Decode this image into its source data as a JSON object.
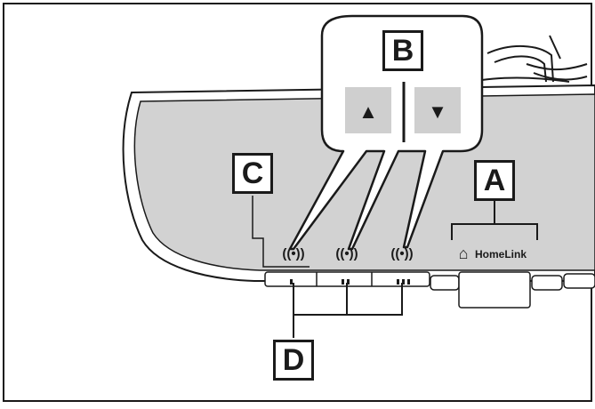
{
  "labels": {
    "A": "A",
    "B": "B",
    "C": "C",
    "D": "D"
  },
  "buttons": {
    "up_glyph": "▲",
    "down_glyph": "▼"
  },
  "indicators": {
    "signal_glyph": "((•))",
    "home_glyph": "⌂",
    "homelink_text": "HomeLink"
  },
  "colors": {
    "mirror_fill": "#d2d2d2",
    "button_fill": "#cfcfcf",
    "outline": "#1a1a1a"
  }
}
